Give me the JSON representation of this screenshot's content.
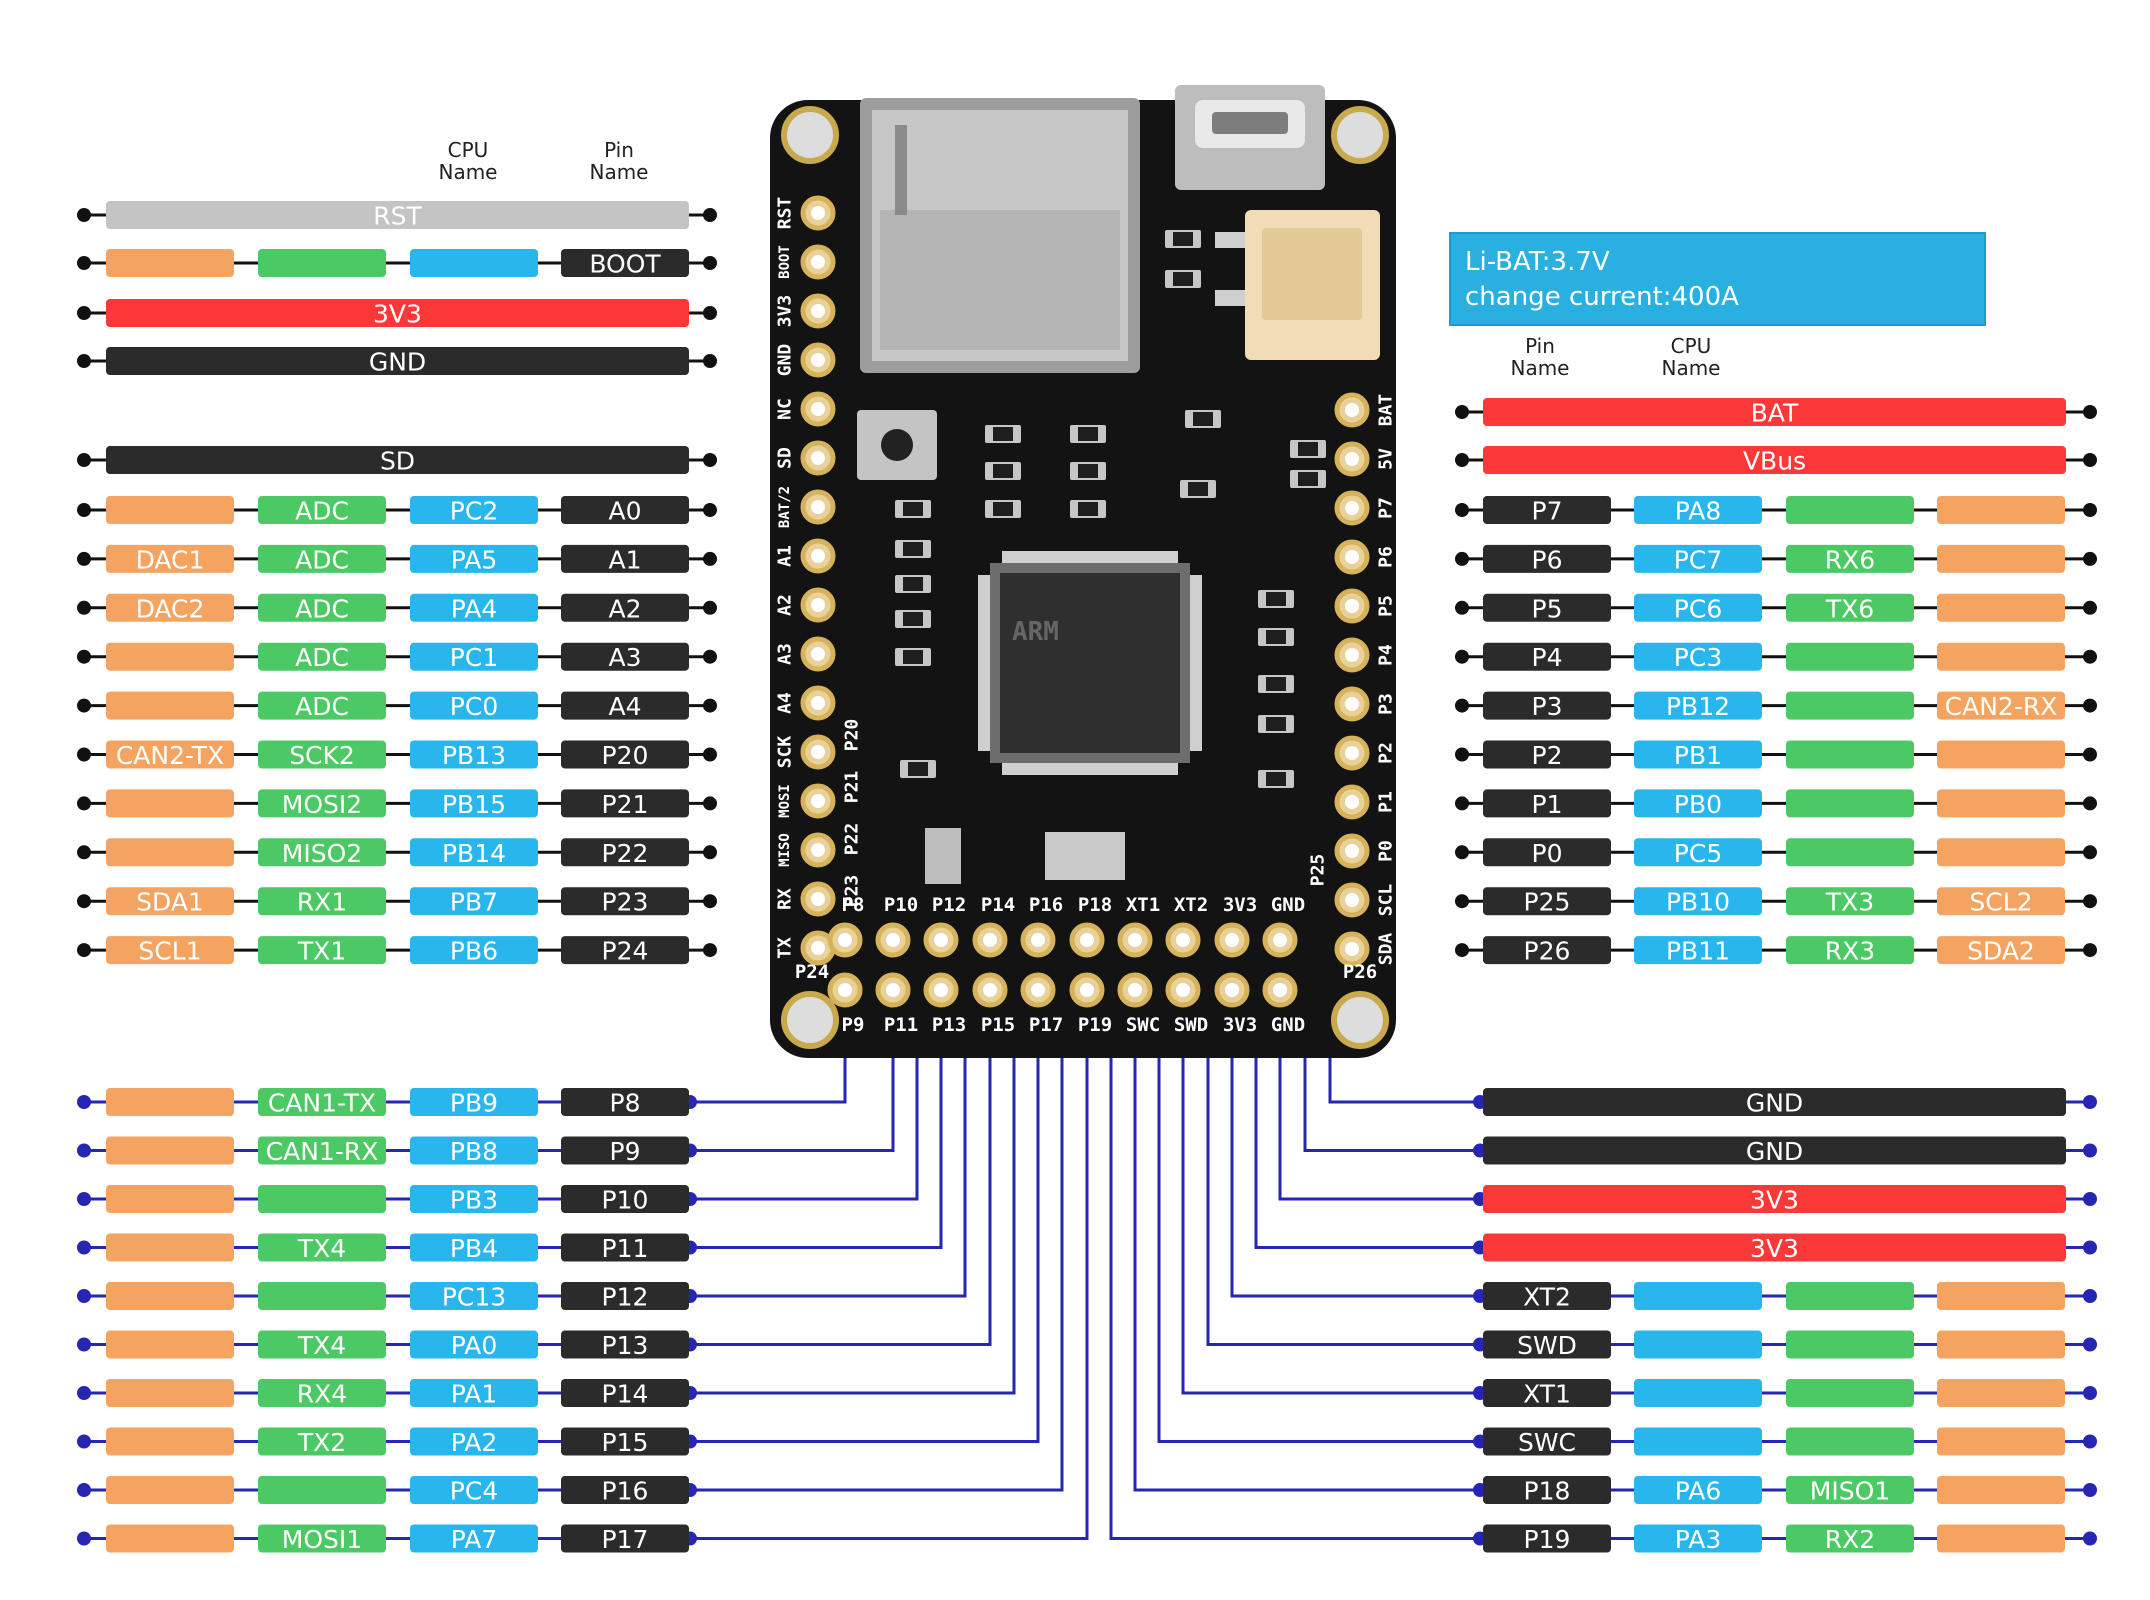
{
  "colors": {
    "orange": "#f4a460",
    "green": "#4cc964",
    "blue": "#29b6ec",
    "black": "#2b2b2b",
    "red": "#fb3838",
    "gray": "#c4c4c4",
    "wire": "#2626b3",
    "board": "#131313",
    "note_bg": "#29b0e0",
    "pad": "#d6b25a"
  },
  "headers": {
    "left": {
      "cpu": [
        "CPU",
        "Name"
      ],
      "pin": [
        "Pin",
        "Name"
      ]
    },
    "right": {
      "pin": [
        "Pin",
        "Name"
      ],
      "cpu": [
        "CPU",
        "Name"
      ]
    }
  },
  "note": {
    "line1": "Li-BAT:3.7V",
    "line2": "change current:400A"
  },
  "left_power": [
    {
      "label": "RST",
      "color": "gray"
    },
    {
      "cells": [
        "",
        "",
        "",
        "BOOT"
      ]
    },
    {
      "label": "3V3",
      "color": "red"
    },
    {
      "label": "GND",
      "color": "black"
    },
    {
      "label": "SD",
      "color": "black"
    }
  ],
  "left_rows": [
    [
      "",
      "ADC",
      "PC2",
      "A0"
    ],
    [
      "DAC1",
      "ADC",
      "PA5",
      "A1"
    ],
    [
      "DAC2",
      "ADC",
      "PA4",
      "A2"
    ],
    [
      "",
      "ADC",
      "PC1",
      "A3"
    ],
    [
      "",
      "ADC",
      "PC0",
      "A4"
    ],
    [
      "CAN2-TX",
      "SCK2",
      "PB13",
      "P20"
    ],
    [
      "",
      "MOSI2",
      "PB15",
      "P21"
    ],
    [
      "",
      "MISO2",
      "PB14",
      "P22"
    ],
    [
      "SDA1",
      "RX1",
      "PB7",
      "P23"
    ],
    [
      "SCL1",
      "TX1",
      "PB6",
      "P24"
    ]
  ],
  "right_power": [
    {
      "label": "BAT",
      "color": "red"
    },
    {
      "label": "VBus",
      "color": "red"
    }
  ],
  "right_rows": [
    [
      "P7",
      "PA8",
      "",
      ""
    ],
    [
      "P6",
      "PC7",
      "RX6",
      ""
    ],
    [
      "P5",
      "PC6",
      "TX6",
      ""
    ],
    [
      "P4",
      "PC3",
      "",
      ""
    ],
    [
      "P3",
      "PB12",
      "",
      "CAN2-RX"
    ],
    [
      "P2",
      "PB1",
      "",
      ""
    ],
    [
      "P1",
      "PB0",
      "",
      ""
    ],
    [
      "P0",
      "PC5",
      "",
      ""
    ],
    [
      "P25",
      "PB10",
      "TX3",
      "SCL2"
    ],
    [
      "P26",
      "PB11",
      "RX3",
      "SDA2"
    ]
  ],
  "bottom_left_rows": [
    [
      "",
      "CAN1-TX",
      "PB9",
      "P8"
    ],
    [
      "",
      "CAN1-RX",
      "PB8",
      "P9"
    ],
    [
      "",
      "",
      "PB3",
      "P10"
    ],
    [
      "",
      "TX4",
      "PB4",
      "P11"
    ],
    [
      "",
      "",
      "PC13",
      "P12"
    ],
    [
      "",
      "TX4",
      "PA0",
      "P13"
    ],
    [
      "",
      "RX4",
      "PA1",
      "P14"
    ],
    [
      "",
      "TX2",
      "PA2",
      "P15"
    ],
    [
      "",
      "",
      "PC4",
      "P16"
    ],
    [
      "",
      "MOSI1",
      "PA7",
      "P17"
    ]
  ],
  "bottom_right_power": [
    {
      "label": "GND",
      "color": "black"
    },
    {
      "label": "GND",
      "color": "black"
    },
    {
      "label": "3V3",
      "color": "red"
    },
    {
      "label": "3V3",
      "color": "red"
    }
  ],
  "bottom_right_rows": [
    [
      "XT2",
      "",
      "",
      ""
    ],
    [
      "SWD",
      "",
      "",
      ""
    ],
    [
      "XT1",
      "",
      "",
      ""
    ],
    [
      "SWC",
      "",
      "",
      ""
    ],
    [
      "P18",
      "PA6",
      "MISO1",
      ""
    ],
    [
      "P19",
      "PA3",
      "RX2",
      ""
    ]
  ],
  "board": {
    "left_pins": [
      "RST",
      "BOOT",
      "3V3",
      "GND",
      "NC",
      "SD",
      "BAT/2",
      "A1",
      "A2",
      "A3",
      "A4",
      "SCK",
      "MOSI",
      "MISO",
      "RX",
      "TX"
    ],
    "right_pins": [
      "BAT",
      "5V",
      "P7",
      "P6",
      "P5",
      "P4",
      "P3",
      "P2",
      "P1",
      "P0",
      "SCL",
      "SDA"
    ],
    "left_inner": [
      "P20",
      "P21",
      "P22",
      "P23"
    ],
    "top_row": [
      "P8",
      "P10",
      "P12",
      "P14",
      "P16",
      "P18",
      "XT1",
      "XT2",
      "3V3",
      "GND"
    ],
    "bottom_row": [
      "P9",
      "P11",
      "P13",
      "P15",
      "P17",
      "P19",
      "SWC",
      "SWD",
      "3V3",
      "GND"
    ],
    "corner_left": "P24",
    "corner_right": "P26",
    "right_inner": "P25",
    "chip_text": "ARM"
  }
}
